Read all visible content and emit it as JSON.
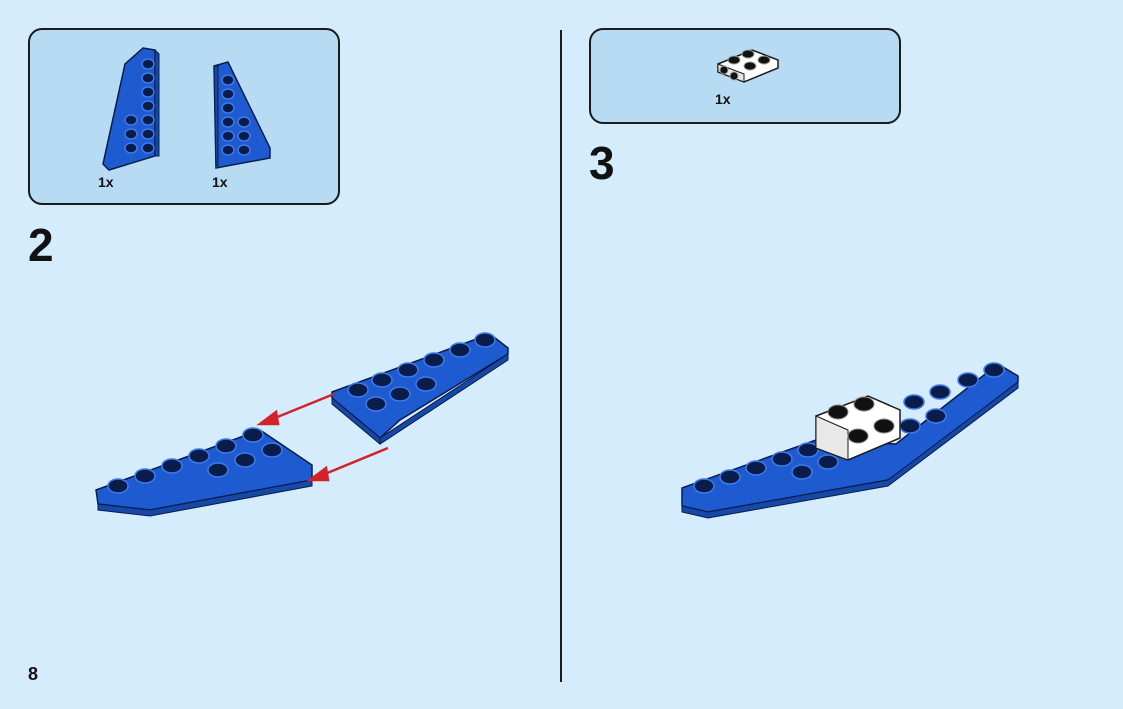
{
  "page": {
    "number": "8"
  },
  "steps": [
    {
      "number": "2",
      "parts": [
        {
          "qty": "1x"
        },
        {
          "qty": "1x"
        }
      ]
    },
    {
      "number": "3",
      "parts": [
        {
          "qty": "1x"
        }
      ]
    }
  ],
  "colors": {
    "background": "#d4ecfb",
    "parts_box": "#b7dbf3",
    "brick_blue": "#1e5bd1",
    "arrow_red": "#d2232a",
    "brick_white": "#ffffff"
  },
  "icons": [
    "wedge-plate-left-icon",
    "wedge-plate-right-icon",
    "white-bracket-plate-icon",
    "assembly-arrow-icon"
  ]
}
